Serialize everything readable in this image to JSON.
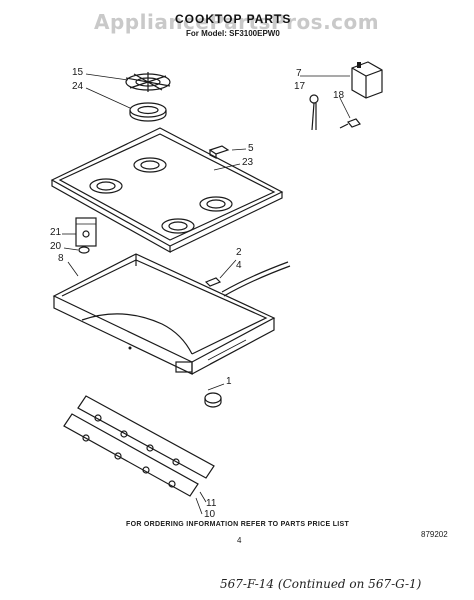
{
  "watermark": "AppliancePartsPros.com",
  "header": {
    "title": "COOKTOP PARTS",
    "model": "For Model: SF3100EPW0"
  },
  "callouts": {
    "c15": "15",
    "c24": "24",
    "c7": "7",
    "c17": "17",
    "c18": "18",
    "c5": "5",
    "c23": "23",
    "c21": "21",
    "c20": "20",
    "c8": "8",
    "c2": "2",
    "c4": "4",
    "c1": "1",
    "c11": "11",
    "c10": "10"
  },
  "footer": {
    "ordering_info": "FOR ORDERING INFORMATION REFER TO PARTS PRICE LIST",
    "page_number": "4",
    "reference_number": "879202",
    "handwritten_note": "567-F-14   (Continued on 567-G-1)"
  }
}
